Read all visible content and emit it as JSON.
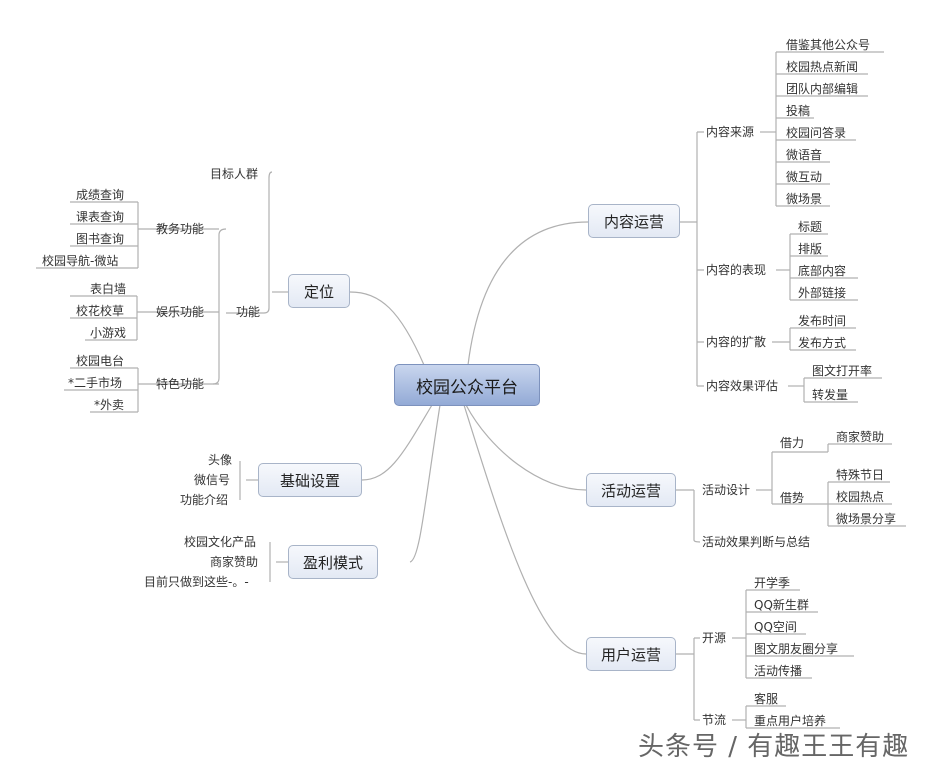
{
  "root": "校园公众平台",
  "left": {
    "dingwei": {
      "label": "定位",
      "target": "目标人群",
      "gongneng": "功能",
      "jiaowu": {
        "label": "教务功能",
        "items": [
          "成绩查询",
          "课表查询",
          "图书查询",
          "校园导航-微站"
        ]
      },
      "yule": {
        "label": "娱乐功能",
        "items": [
          "表白墙",
          "校花校草",
          "小游戏"
        ]
      },
      "tese": {
        "label": "特色功能",
        "items": [
          "校园电台",
          "*二手市场",
          "*外卖"
        ]
      }
    },
    "jichu": {
      "label": "基础设置",
      "items": [
        "头像",
        "微信号",
        "功能介绍"
      ]
    },
    "yingli": {
      "label": "盈利模式",
      "items": [
        "校园文化产品",
        "商家赞助",
        "目前只做到这些-。-"
      ]
    }
  },
  "right": {
    "neirong": {
      "label": "内容运营",
      "laiyuan": {
        "label": "内容来源",
        "items": [
          "借鉴其他公众号",
          "校园热点新闻",
          "团队内部编辑",
          "投稿",
          "校园问答录",
          "微语音",
          "微互动",
          "微场景"
        ]
      },
      "biaoxian": {
        "label": "内容的表现",
        "items": [
          "标题",
          "排版",
          "底部内容",
          "外部链接"
        ]
      },
      "kuosan": {
        "label": "内容的扩散",
        "items": [
          "发布时间",
          "发布方式"
        ]
      },
      "pinggu": {
        "label": "内容效果评估",
        "items": [
          "图文打开率",
          "转发量"
        ]
      }
    },
    "huodong": {
      "label": "活动运营",
      "sheji": "活动设计",
      "jieli": {
        "label": "借力",
        "items": [
          "商家赞助"
        ]
      },
      "jieshi": {
        "label": "借势",
        "items": [
          "特殊节日",
          "校园热点",
          "微场景分享"
        ]
      },
      "zongjie": "活动效果判断与总结"
    },
    "yonghu": {
      "label": "用户运营",
      "kaiyuan": {
        "label": "开源",
        "items": [
          "开学季",
          "QQ新生群",
          "QQ空间",
          "图文朋友圈分享",
          "活动传播"
        ]
      },
      "jieliu": {
        "label": "节流",
        "items": [
          "客服",
          "重点用户培养"
        ]
      }
    }
  },
  "watermark": "头条号 / 有趣王王有趣"
}
